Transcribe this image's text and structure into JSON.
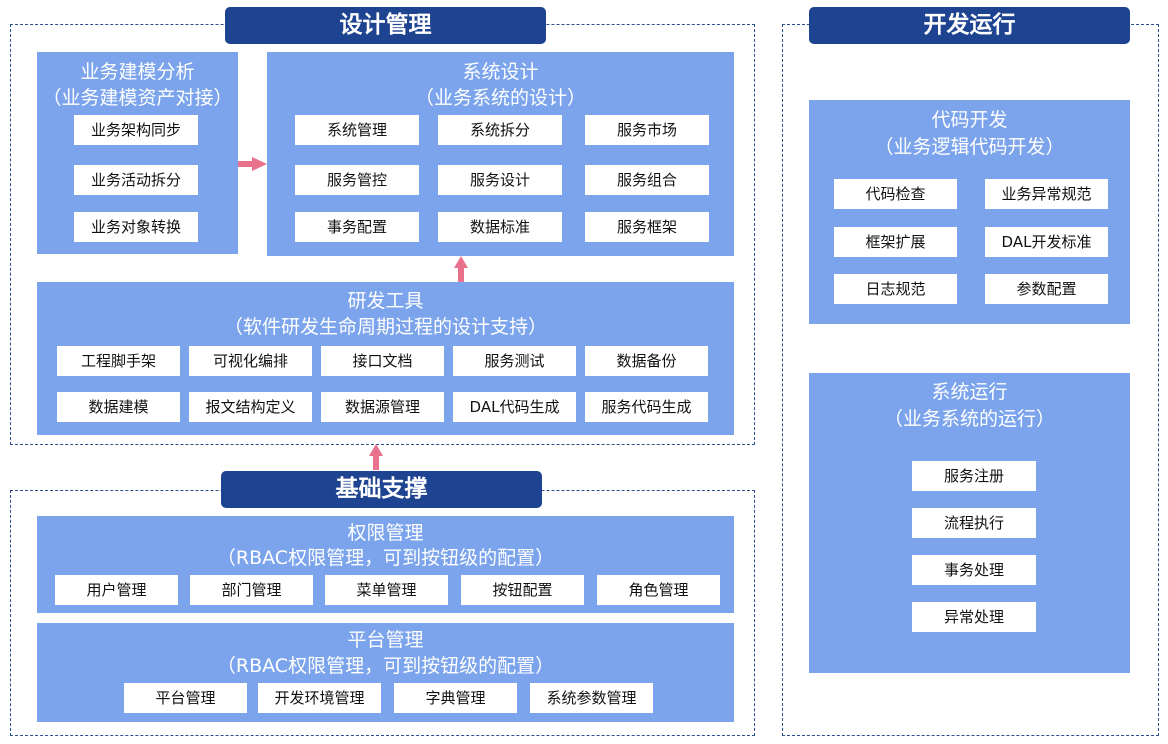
{
  "design": {
    "header": "设计管理",
    "modeling": {
      "title": "业务建模分析",
      "subtitle": "（业务建模资产对接）",
      "items": [
        "业务架构同步",
        "业务活动拆分",
        "业务对象转换"
      ]
    },
    "system_design": {
      "title": "系统设计",
      "subtitle": "（业务系统的设计）",
      "items": [
        "系统管理",
        "系统拆分",
        "服务市场",
        "服务管控",
        "服务设计",
        "服务组合",
        "事务配置",
        "数据标准",
        "服务框架"
      ]
    },
    "tools": {
      "title": "研发工具",
      "subtitle": "（软件研发生命周期过程的设计支持）",
      "items": [
        "工程脚手架",
        "可视化编排",
        "接口文档",
        "服务测试",
        "数据备份",
        "数据建模",
        "报文结构定义",
        "数据源管理",
        "DAL代码生成",
        "服务代码生成"
      ]
    }
  },
  "foundation": {
    "header": "基础支撑",
    "permission": {
      "title": "权限管理",
      "subtitle": "（RBAC权限管理，可到按钮级的配置）",
      "items": [
        "用户管理",
        "部门管理",
        "菜单管理",
        "按钮配置",
        "角色管理"
      ]
    },
    "platform": {
      "title": "平台管理",
      "subtitle": "（RBAC权限管理，可到按钮级的配置）",
      "items": [
        "平台管理",
        "开发环境管理",
        "字典管理",
        "系统参数管理"
      ]
    }
  },
  "devops": {
    "header": "开发运行",
    "code_dev": {
      "title": "代码开发",
      "subtitle": "（业务逻辑代码开发）",
      "items": [
        "代码检查",
        "业务异常规范",
        "框架扩展",
        "DAL开发标准",
        "日志规范",
        "参数配置"
      ]
    },
    "runtime": {
      "title": "系统运行",
      "subtitle": "（业务系统的运行）",
      "items": [
        "服务注册",
        "流程执行",
        "事务处理",
        "异常处理"
      ]
    }
  },
  "colors": {
    "header_bg": "#1d4391",
    "panel_bg": "#7ba4ec",
    "arrow": "#e8728c"
  }
}
